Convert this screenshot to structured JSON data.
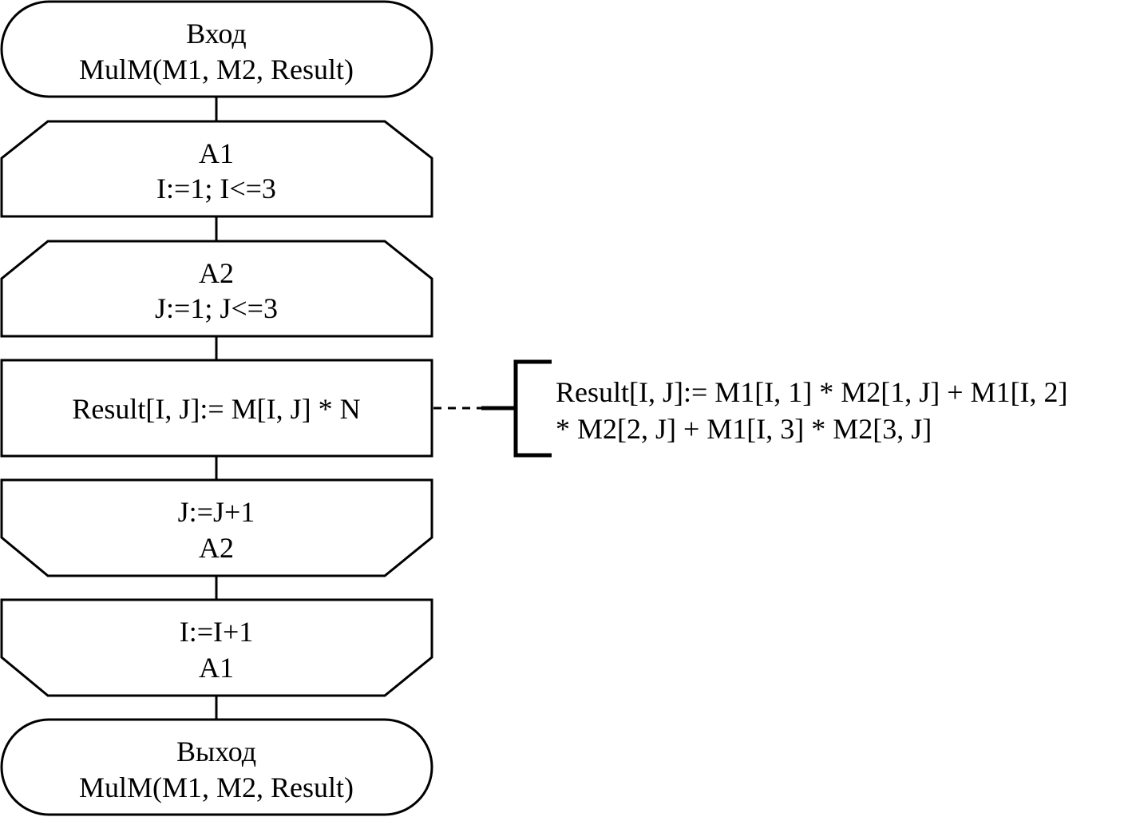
{
  "start": {
    "line1": "Вход",
    "line2": "MulM(M1, M2, Result)"
  },
  "loop_outer_start": {
    "line1": "A1",
    "line2": "I:=1; I<=3"
  },
  "loop_inner_start": {
    "line1": "A2",
    "line2": "J:=1; J<=3"
  },
  "process": {
    "text": "Result[I, J]:= M[I, J] * N"
  },
  "comment": {
    "line1": "Result[I, J]:= M1[I, 1] * M2[1, J] + M1[I, 2]",
    "line2": "* M2[2, J] + M1[I, 3] * M2[3, J]"
  },
  "loop_inner_end": {
    "line1": "J:=J+1",
    "line2": "A2"
  },
  "loop_outer_end": {
    "line1": "I:=I+1",
    "line2": "A1"
  },
  "end": {
    "line1": "Выход",
    "line2": "MulM(M1, M2, Result)"
  }
}
